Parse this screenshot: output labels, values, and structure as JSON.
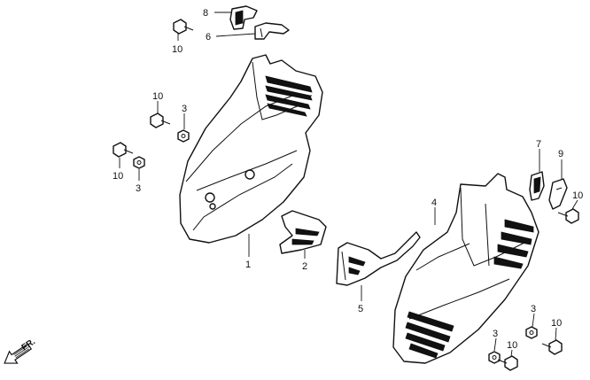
{
  "callouts": {
    "c8": "8",
    "c6": "6",
    "c10_top": "10",
    "c10_mid": "10",
    "c3_mid": "3",
    "c10_left": "10",
    "c3_left": "3",
    "c1": "1",
    "c2": "2",
    "c5": "5",
    "c4": "4",
    "c7": "7",
    "c9": "9",
    "c10_right": "10",
    "c3_br_a": "3",
    "c10_br_a": "10",
    "c3_br_b": "3",
    "c10_br_b": "10"
  },
  "direction_indicator": {
    "label": "FR.",
    "icon": "forward-arrow-icon"
  }
}
